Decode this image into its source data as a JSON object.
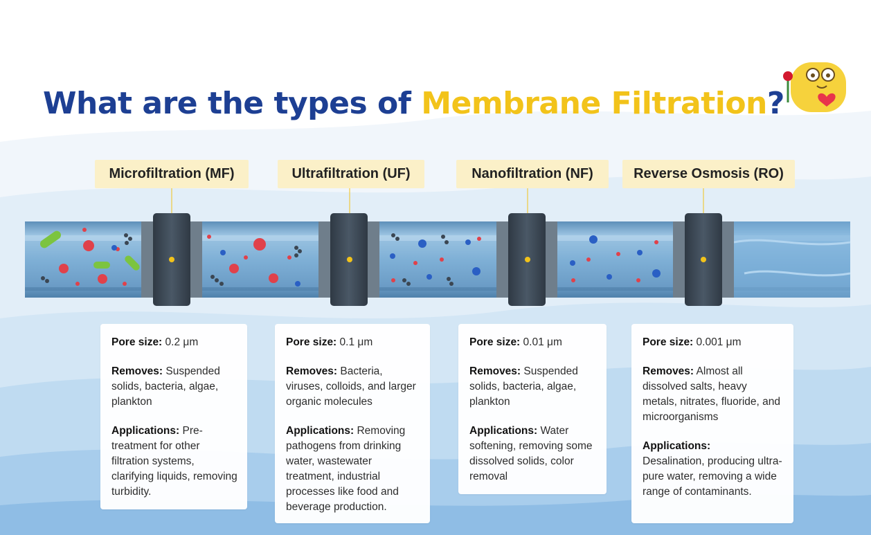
{
  "title": {
    "part1": "What are the types of ",
    "highlight": "Membrane Filtration",
    "part2": "?"
  },
  "colors": {
    "title_blue": "#1d3f93",
    "title_yellow": "#f2c31a",
    "label_bg": "#fbf0c8",
    "pipe_body": "#6c9fc6",
    "connector": "#3f4c5a",
    "particle_red": "#e0414a",
    "particle_blue": "#2a5fc4",
    "bacteria_green": "#7cc440"
  },
  "types": [
    {
      "label": "Microfiltration (MF)",
      "pore_label": "Pore size:",
      "pore_value": "0.2 μm",
      "removes_label": "Removes:",
      "removes_value": "Suspended solids, bacteria, algae, plankton",
      "apps_label": "Applications:",
      "apps_value": "Pre-treatment for other filtration systems, clarifying liquids, removing turbidity."
    },
    {
      "label": "Ultrafiltration (UF)",
      "pore_label": "Pore size:",
      "pore_value": "0.1 μm",
      "removes_label": "Removes:",
      "removes_value": "Bacteria, viruses, colloids, and larger organic molecules",
      "apps_label": "Applications:",
      "apps_value": "Removing pathogens from drinking water, wastewater treatment, industrial processes like food and beverage production."
    },
    {
      "label": "Nanofiltration (NF)",
      "pore_label": "Pore size:",
      "pore_value": "0.01 μm",
      "removes_label": "Removes:",
      "removes_value": "Suspended solids, bacteria, algae, plankton",
      "apps_label": "Applications:",
      "apps_value": "Water softening, removing some dissolved solids, color removal"
    },
    {
      "label": "Reverse Osmosis (RO)",
      "pore_label": "Pore size:",
      "pore_value": "0.001 μm",
      "removes_label": "Removes:",
      "removes_value": "Almost all dissolved salts, heavy metals, nitrates, fluoride, and microorganisms",
      "apps_label": "Applications:",
      "apps_value": "Desalination, producing ultra-pure water, removing a wide range of contaminants."
    }
  ]
}
